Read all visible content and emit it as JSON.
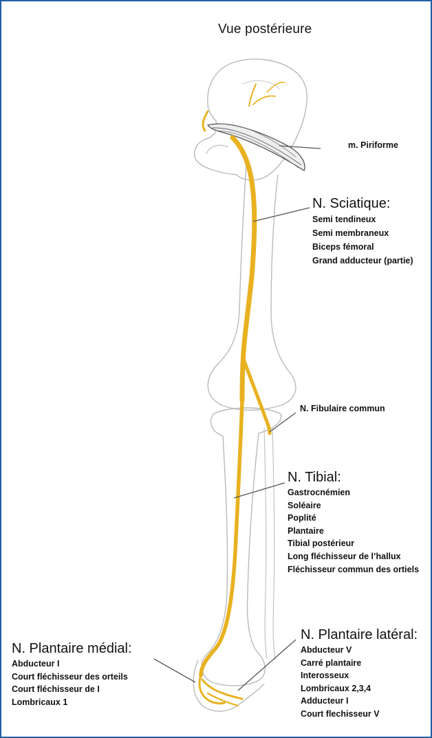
{
  "title": "Vue postérieure",
  "labels": {
    "piriforme": "m. Piriforme",
    "fibulaire": "N. Fibulaire commun"
  },
  "nerves": {
    "sciatique": {
      "name": "N. Sciatique:",
      "muscles": [
        "Semi tendineux",
        "Semi membraneux",
        "Biceps fémoral",
        "Grand adducteur (partie)"
      ]
    },
    "tibial": {
      "name": "N. Tibial:",
      "muscles": [
        "Gastrocnémien",
        "Soléaire",
        "Poplité",
        "Plantaire",
        "Tibial postérieur",
        "Long fléchisseur de l’hallux",
        "Fléchisseur commun des ortiels"
      ]
    },
    "plantaire_medial": {
      "name": "N. Plantaire médial:",
      "muscles": [
        "Abducteur I",
        "Court fléchisseur des orteils",
        "Court fléchisseur de I",
        "Lombricaux 1"
      ]
    },
    "plantaire_lateral": {
      "name": "N. Plantaire latéral:",
      "muscles": [
        "Abducteur V",
        "Carré plantaire",
        "Interosseux",
        "Lombricaux 2,3,4",
        "Adducteur I",
        "Court flechisseur V"
      ]
    }
  },
  "colors": {
    "nerve": "#e8b120",
    "bone_outline": "#b9b9b9",
    "leader_line": "#555555",
    "frame_border": "#1f5fa8"
  }
}
